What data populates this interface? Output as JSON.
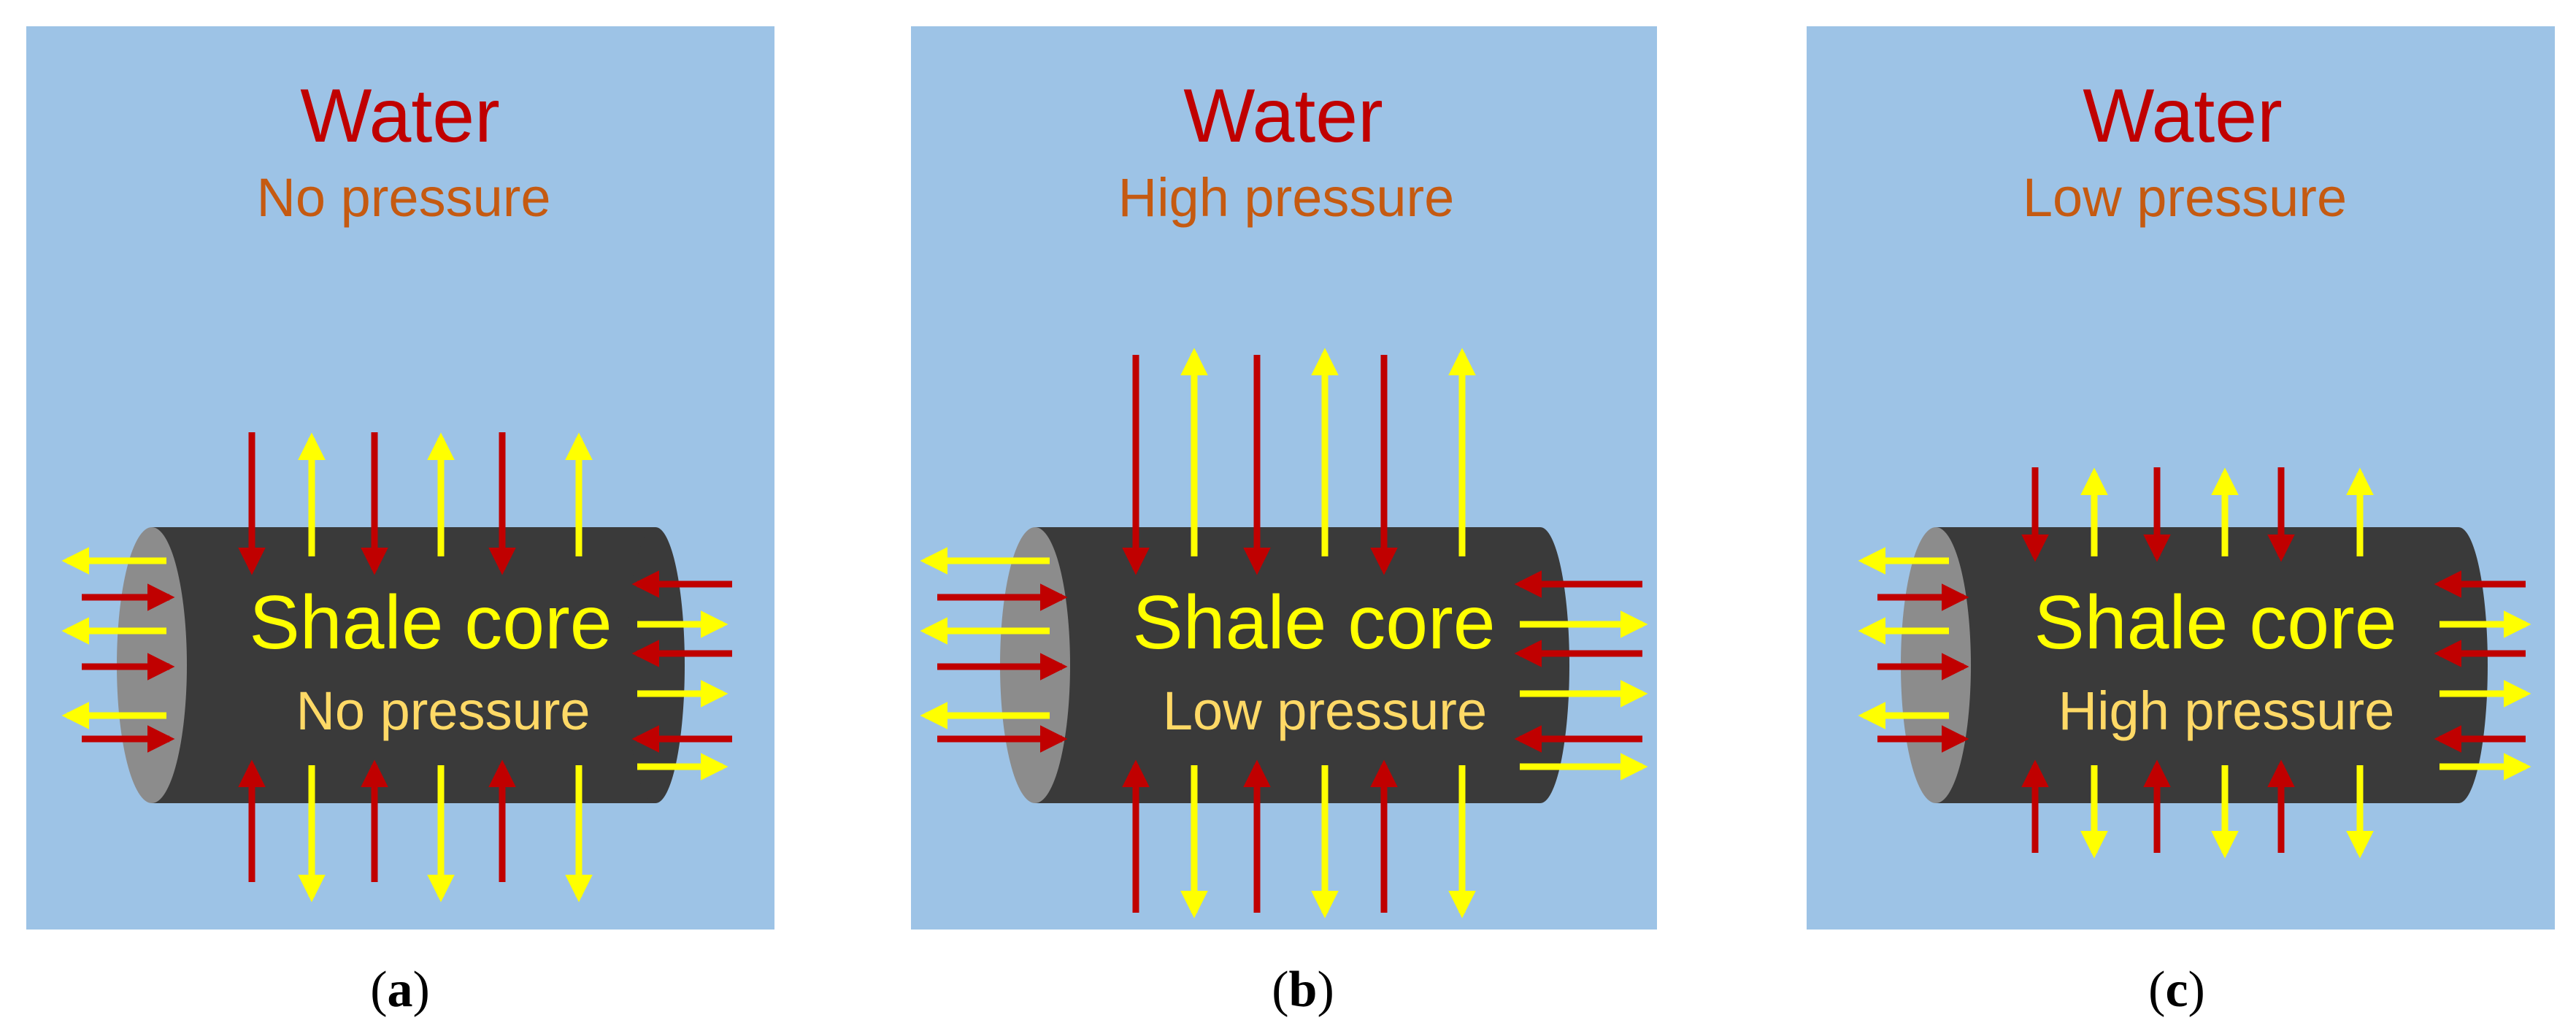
{
  "colors": {
    "water_background": "#9dc3e6",
    "core_body": "#3a3a3a",
    "core_end": "#8c8c8c",
    "inflow_arrow": "#c00000",
    "outflow_arrow": "#ffff00",
    "water_title": "#c00000",
    "water_pressure_text": "#c55a11",
    "core_title": "#ffff00",
    "core_pressure_text": "#ffd966"
  },
  "panels": [
    {
      "water_label": "Water",
      "water_pressure": "No pressure",
      "core_label": "Shale core",
      "core_pressure": "No pressure",
      "caption_open": "(",
      "caption_letter": "a",
      "caption_close": ")"
    },
    {
      "water_label": "Water",
      "water_pressure": "High pressure",
      "core_label": "Shale core",
      "core_pressure": "Low pressure",
      "caption_open": "(",
      "caption_letter": "b",
      "caption_close": ")"
    },
    {
      "water_label": "Water",
      "water_pressure": "Low pressure",
      "core_label": "Shale core",
      "core_pressure": "High pressure",
      "caption_open": "(",
      "caption_letter": "c",
      "caption_close": ")"
    }
  ]
}
